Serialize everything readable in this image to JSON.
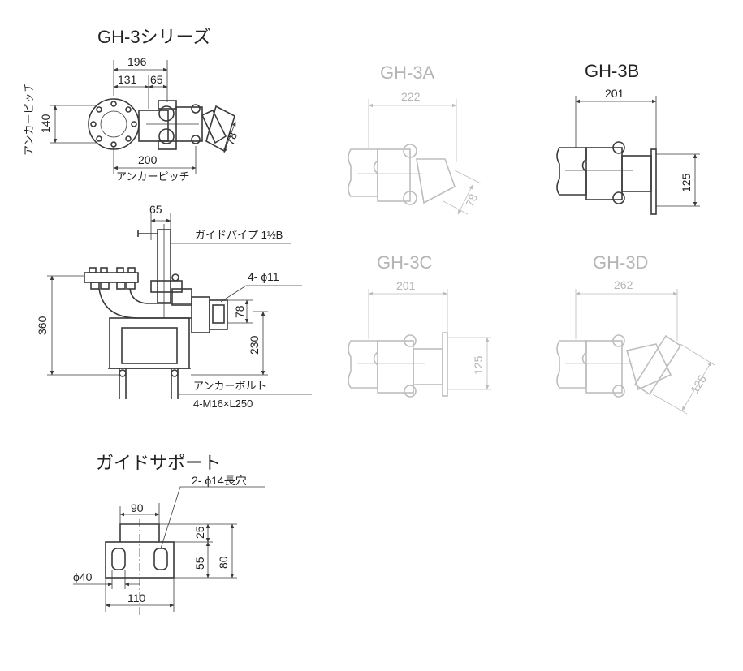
{
  "main_title": "GH-3シリーズ",
  "main_view": {
    "dim_196": "196",
    "dim_131": "131",
    "dim_65_top": "65",
    "dim_140": "140",
    "anchor_pitch_v": "アンカーピッチ",
    "dim_78_top": "78",
    "dim_200": "200",
    "anchor_pitch_h": "アンカーピッチ"
  },
  "side_view": {
    "dim_65": "65",
    "guide_pipe": "ガイドパイプ 1½B",
    "holes": "4- ϕ11",
    "dim_360": "360",
    "dim_78": "78",
    "dim_230": "230",
    "anchor_bolt": "アンカーボルト",
    "anchor_bolt_spec": "4-M16×L250"
  },
  "variants": [
    {
      "name": "GH-3A",
      "dim_main": "222",
      "dim_side": "78",
      "highlight": false
    },
    {
      "name": "GH-3B",
      "dim_main": "201",
      "dim_side": "125",
      "highlight": true
    },
    {
      "name": "GH-3C",
      "dim_main": "201",
      "dim_side": "125",
      "highlight": false
    },
    {
      "name": "GH-3D",
      "dim_main": "262",
      "dim_side": "125",
      "highlight": false
    }
  ],
  "guide_support": {
    "title": "ガイドサポート",
    "holes": "2- ϕ14長穴",
    "dim_90": "90",
    "dim_25": "25",
    "dim_55": "55",
    "dim_80": "80",
    "dim_40": "ϕ40",
    "dim_110": "110"
  },
  "colors": {
    "line": "#3a3a3a",
    "inactive": "#bdbdbd"
  }
}
